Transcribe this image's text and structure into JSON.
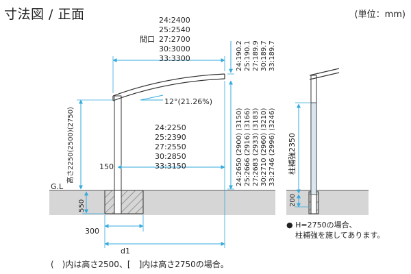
{
  "header": {
    "title": "寸法図 / 正面",
    "unit": "(単位：mm)"
  },
  "frontage": {
    "label": "間口",
    "lines": [
      "24:2400",
      "25:2540",
      "27:2700",
      "30:3000",
      "33:3300"
    ]
  },
  "rear_dims": {
    "lines": [
      "24:2250",
      "25:2390",
      "27:2550",
      "30:2850",
      "33:3150"
    ]
  },
  "slope": {
    "label": "12°(21.26%)"
  },
  "roof_dims": {
    "lines": [
      "24:190.2",
      "25:190.1",
      "27:189.9",
      "30:189.7",
      "33:189.7"
    ]
  },
  "height_dims": {
    "lines": [
      "24:2650 (2900) (3150)",
      "25:2666 (2916) (3166)",
      "27:2683 (2933) (3183)",
      "30:2710 (2960) (3210)",
      "33:2746 (2996) (3246)"
    ]
  },
  "labels": {
    "height": "高さ2250(2500)(2750)",
    "gl": "G.L",
    "depth": "550",
    "offset_150": "150",
    "footing": "300",
    "d1": "d1",
    "reinforce": "柱補強2350",
    "reinforce_depth": "200"
  },
  "notes": {
    "reinforce_line1": "● H=2750の場合、",
    "reinforce_line2": "柱補強を施してあります。",
    "bottom": "(　)内は高さ2500、[　]内は高さ2750の場合。"
  },
  "colors": {
    "dimension": "#33a9dd",
    "ground": "#d6d6d6",
    "line": "#333333"
  }
}
